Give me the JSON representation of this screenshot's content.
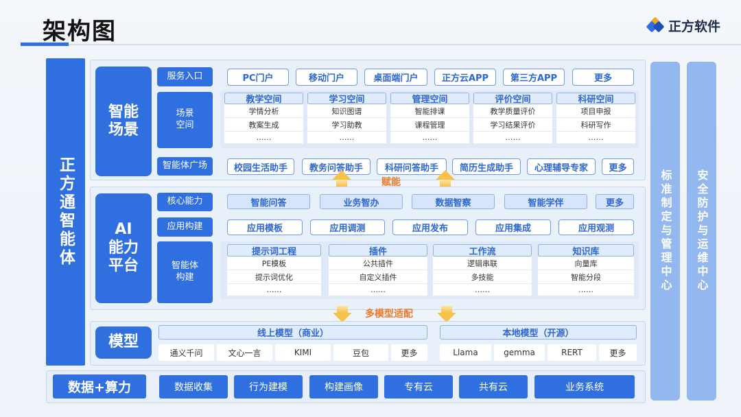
{
  "header": {
    "title": "架构图",
    "brand": "正方软件"
  },
  "left_bar": "正方通智能体",
  "right_bars": [
    "标准制定与管理中心",
    "安全防护与运维中心"
  ],
  "smart_scene": {
    "label": "智能场景",
    "service_entry": {
      "label": "服务入口",
      "items": [
        "PC门户",
        "移动门户",
        "桌面端门户",
        "正方云APP",
        "第三方APP",
        "更多"
      ]
    },
    "scene_space": {
      "label": "场景\n空间",
      "columns": [
        {
          "header": "教学空间",
          "items": [
            "学情分析",
            "教案生成",
            "……"
          ]
        },
        {
          "header": "学习空间",
          "items": [
            "知识图谱",
            "学习助教",
            "……"
          ]
        },
        {
          "header": "管理空间",
          "items": [
            "智能排课",
            "课程管理",
            "……"
          ]
        },
        {
          "header": "评价空间",
          "items": [
            "教学质量评价",
            "学习结果评价",
            "……"
          ]
        },
        {
          "header": "科研空间",
          "items": [
            "项目申报",
            "科研写作",
            "……"
          ]
        }
      ]
    },
    "agent_plaza": {
      "label": "智能体广场",
      "items": [
        "校园生活助手",
        "教务问答助手",
        "科研问答助手",
        "简历生成助手",
        "心理辅导专家",
        "更多"
      ]
    }
  },
  "empower_label": "赋能",
  "ai_platform": {
    "label": "AI\n能力\n平台",
    "core": {
      "label": "核心能力",
      "items": [
        "智能问答",
        "业务智办",
        "数据智察",
        "智能学伴",
        "更多"
      ]
    },
    "app_build": {
      "label": "应用构建",
      "items": [
        "应用模板",
        "应用调测",
        "应用发布",
        "应用集成",
        "应用观测"
      ]
    },
    "agent_build": {
      "label": "智能体\n构建",
      "columns": [
        {
          "header": "提示词工程",
          "items": [
            "PE模板",
            "提示词优化",
            "……"
          ]
        },
        {
          "header": "插件",
          "items": [
            "公共插件",
            "自定义插件",
            "……"
          ]
        },
        {
          "header": "工作流",
          "items": [
            "逻辑串联",
            "多技能",
            "……"
          ]
        },
        {
          "header": "知识库",
          "items": [
            "向量库",
            "智能分段",
            "……"
          ]
        }
      ]
    }
  },
  "adapt_label": "多模型适配",
  "model": {
    "label": "模型",
    "online": {
      "header": "线上模型（商业）",
      "items": [
        "通义千问",
        "文心一言",
        "KIMI",
        "豆包",
        "更多"
      ]
    },
    "local": {
      "header": "本地模型（开源）",
      "items": [
        "Llama",
        "gemma",
        "RERT",
        "更多"
      ]
    }
  },
  "data_compute": {
    "label": "数据+算力",
    "items": [
      "数据收集",
      "行为建模",
      "构建画像",
      "专有云",
      "共有云",
      "业务系统"
    ]
  },
  "colors": {
    "primary": "#2f6fe0",
    "light": "#93b7ef",
    "accent": "#ee7a2a",
    "arrow": "#f7c24a"
  }
}
